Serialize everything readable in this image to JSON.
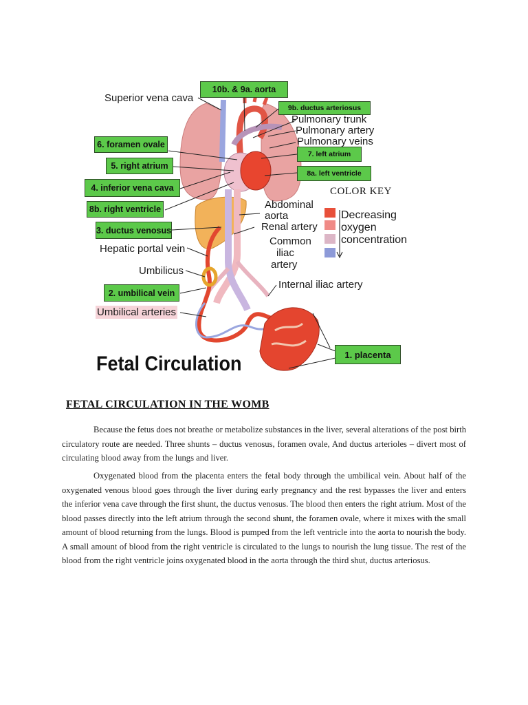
{
  "diagram": {
    "title": "Fetal Circulation",
    "plain_labels": {
      "superior_vena_cava": "Superior vena cava",
      "pulmonary_trunk": "Pulmonary trunk",
      "pulmonary_artery": "Pulmonary artery",
      "pulmonary_veins": "Pulmonary veins",
      "abdominal_aorta_1": "Abdominal",
      "abdominal_aorta_2": "aorta",
      "renal_artery": "Renal artery",
      "common_iliac_1": "Common",
      "common_iliac_2": "iliac",
      "common_iliac_3": "artery",
      "hepatic_portal_vein": "Hepatic portal vein",
      "umbilicus": "Umbilicus",
      "internal_iliac_artery": "Internal iliac artery",
      "umbilical_arteries": "Umbilical arteries"
    },
    "box_labels": {
      "aorta": "10b. & 9a. aorta",
      "ductus_arteriosus": "9b. ductus arteriosus",
      "foramen_ovale": "6. foramen ovale",
      "left_atrium": "7. left atrium",
      "right_atrium": "5. right atrium",
      "left_ventricle": "8a. left ventricle",
      "inferior_vena_cava": "4. inferior vena cava",
      "right_ventricle": "8b. right ventricle",
      "ductus_venosus": "3. ductus venosus",
      "umbilical_vein": "2. umbilical vein",
      "placenta": "1.   placenta"
    },
    "color_key": {
      "title": "COLOR KEY",
      "line1": "Decreasing",
      "line2": "oxygen",
      "line3": "concentration",
      "swatches": [
        "#e8503a",
        "#f08a86",
        "#dcb6c6",
        "#8d9ad8"
      ]
    },
    "label_box_color": "#5cc94a"
  },
  "document": {
    "heading": "FETAL CIRCULATION IN THE WOMB",
    "paragraphs": [
      "Because the fetus does not breathe or metabolize substances in the liver, several alterations of the post birth circulatory route are needed. Three shunts – ductus venosus, foramen ovale, And ductus arterioles – divert most of circulating blood away from the lungs and liver.",
      "Oxygenated blood from the placenta enters the fetal body through the umbilical vein. About half of the oxygenated venous blood goes through the liver during early pregnancy and the rest bypasses the liver and enters the inferior vena cave through the first shunt, the ductus venosus. The blood then enters the right atrium. Most of the blood passes directly into the left atrium through the second shunt, the foramen ovale, where it mixes with the small amount of blood returning from the lungs. Blood is pumped from the left ventricle into the aorta to nourish the body. A small amount of blood from the right ventricle is circulated to the lungs to nourish the lung tissue. The rest of the blood from the right ventricle joins oxygenated blood in the aorta through the third shut, ductus arteriosus."
    ]
  }
}
